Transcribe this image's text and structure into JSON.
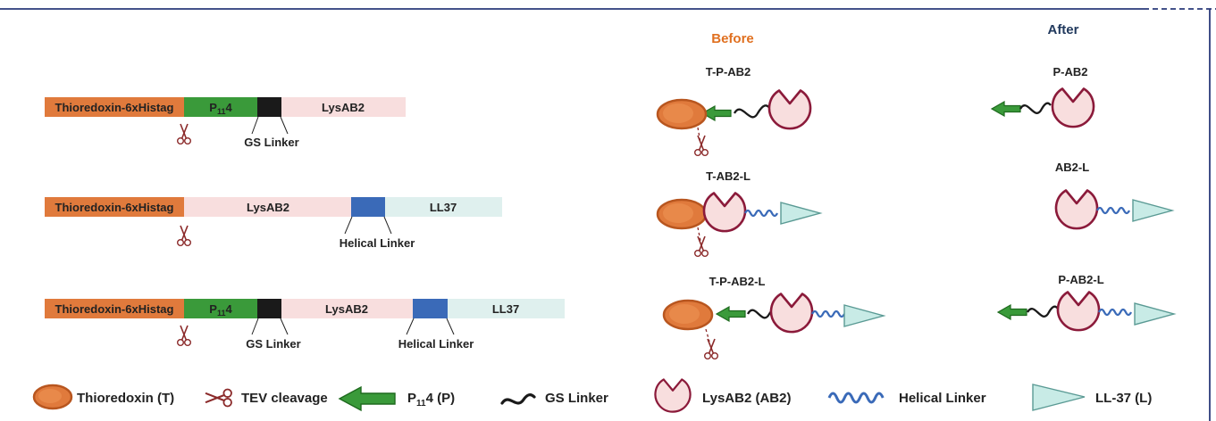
{
  "header": {
    "before": "Before",
    "after": "After"
  },
  "colors": {
    "thioredoxin": "#e07a3c",
    "thioredoxin_dark": "#b8561f",
    "p114": "#3a9a3a",
    "gs_linker": "#1a1a1a",
    "lysab2": "#f8dede",
    "lysab2_outline": "#8b1a3a",
    "helical": "#3a6ab8",
    "ll37": "#dff0ee",
    "ll37_shape": "#a8dcd6",
    "before_label": "#e07020",
    "after_label": "#223a5e",
    "frame": "#2a3a7a",
    "scissors": "#8b2a2a"
  },
  "constructs": [
    {
      "segments": [
        {
          "label": "Thioredoxin-6xHistag"
        },
        {
          "label": "P",
          "sub": "11",
          "suffix": "4"
        },
        {
          "label": ""
        },
        {
          "label": "LysAB2"
        }
      ],
      "annotations": [
        "GS Linker"
      ]
    },
    {
      "segments": [
        {
          "label": "Thioredoxin-6xHistag"
        },
        {
          "label": "LysAB2"
        },
        {
          "label": ""
        },
        {
          "label": "LL37"
        }
      ],
      "annotations": [
        "Helical Linker"
      ]
    },
    {
      "segments": [
        {
          "label": "Thioredoxin-6xHistag"
        },
        {
          "label": "P",
          "sub": "11",
          "suffix": "4"
        },
        {
          "label": ""
        },
        {
          "label": "LysAB2"
        },
        {
          "label": ""
        },
        {
          "label": "LL37"
        }
      ],
      "annotations": [
        "GS Linker",
        "Helical Linker"
      ]
    }
  ],
  "before": [
    "T-P-AB2",
    "T-AB2-L",
    "T-P-AB2-L"
  ],
  "after": [
    "P-AB2",
    "AB2-L",
    "P-AB2-L"
  ],
  "legend": {
    "thioredoxin": "Thioredoxin (T)",
    "tev": "TEV cleavage",
    "p114_main": "P",
    "p114_sub": "11",
    "p114_rest": "4 (P)",
    "gs": "GS Linker",
    "lysab2": "LysAB2 (AB2)",
    "helical": "Helical Linker",
    "ll37": "LL-37 (L)"
  }
}
